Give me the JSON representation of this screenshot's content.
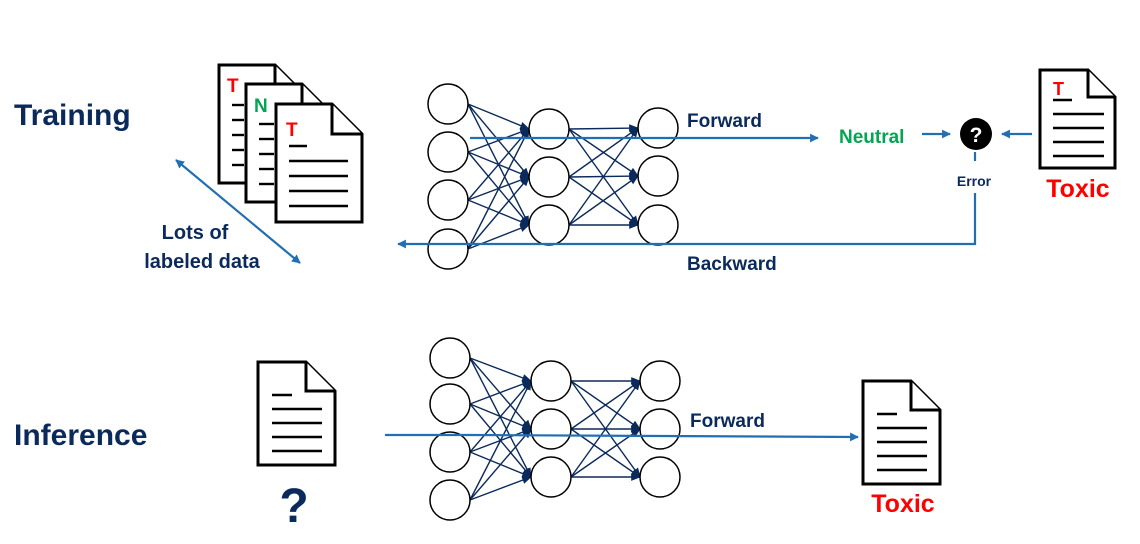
{
  "sections": {
    "training": "Training",
    "inference": "Inference"
  },
  "training": {
    "doc_tags": [
      "T",
      "N",
      "T"
    ],
    "lots_of": "Lots of",
    "labeled_data": "labeled data",
    "forward": "Forward",
    "backward": "Backward",
    "prediction": "Neutral",
    "compare_symbol": "?",
    "error": "Error",
    "label_doc_tag": "T",
    "label": "Toxic"
  },
  "inference": {
    "unknown_symbol": "?",
    "forward": "Forward",
    "output": "Toxic"
  },
  "colors": {
    "navy": "#0b2a5c",
    "arrow_blue": "#1f6fb2",
    "toxic_red": "#ff0000",
    "neutral_green": "#00a651"
  }
}
